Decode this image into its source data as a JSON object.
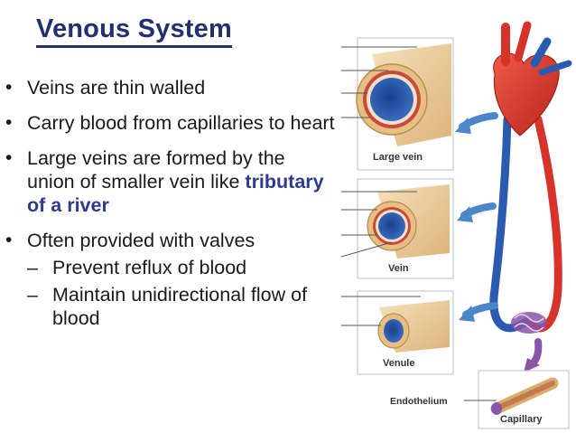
{
  "slide": {
    "title": "Venous System",
    "bullets": [
      {
        "text": "Veins are thin walled"
      },
      {
        "text": "Carry blood from capillaries to heart"
      },
      {
        "text_before": "Large veins are formed by the union of smaller vein like ",
        "highlight": "tributary of a river"
      },
      {
        "text": "Often provided with valves"
      }
    ],
    "sub_bullets": [
      "Prevent reflux of blood",
      "Maintain unidirectional flow of blood"
    ],
    "bullet_symbol": "•",
    "dash_symbol": "–"
  },
  "figure": {
    "labels": {
      "large_vein": "Large vein",
      "vein": "Vein",
      "venule": "Venule",
      "capillary": "Capillary",
      "endothelium": "Endothelium"
    },
    "colors": {
      "title": "#22316e",
      "highlight": "#2e3a8c",
      "vein_blue": "#2b5bb0",
      "artery_red": "#d6332a",
      "wall_tan": "#e8c894",
      "arrow_blue": "#4b86c8",
      "arrow_purple": "#8a55a8"
    }
  }
}
